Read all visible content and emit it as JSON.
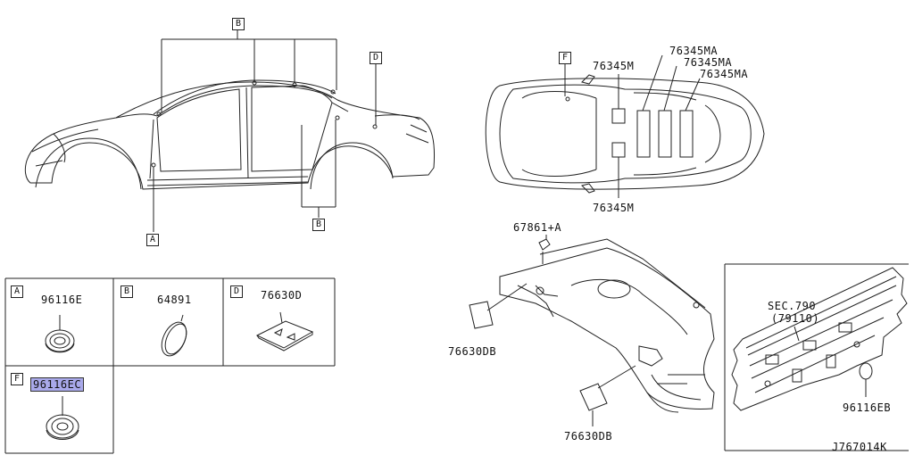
{
  "callouts": {
    "a": "A",
    "b": "B",
    "d": "D",
    "f": "F"
  },
  "roof_parts": {
    "main": "76345M",
    "ma1": "76345MA",
    "ma2": "76345MA",
    "ma3": "76345MA",
    "bottom": "76345M"
  },
  "rear_panel_parts": {
    "top": "67861+A",
    "left": "76630DB",
    "bottom": "76630DB"
  },
  "back_panel": {
    "sec_line1": "SEC.790",
    "sec_line2": "(79110)",
    "grommet": "96116EB"
  },
  "table": {
    "cells": [
      {
        "tag": "A",
        "part": "96116E"
      },
      {
        "tag": "B",
        "part": "64891"
      },
      {
        "tag": "D",
        "part": "76630D"
      },
      {
        "tag": "F",
        "part": "96116EC"
      }
    ]
  },
  "diagram_code": "J767014K",
  "highlight_color": "#a9a9ea"
}
